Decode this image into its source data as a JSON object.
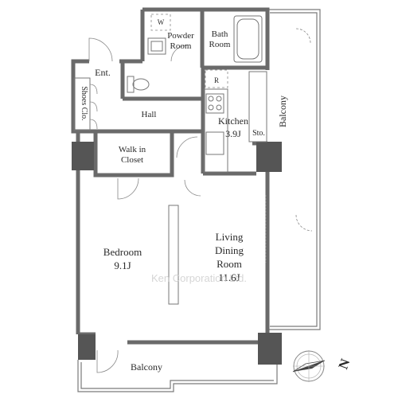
{
  "rooms": {
    "powder": {
      "line1": "Powder",
      "line2": "Room",
      "mark": "W"
    },
    "bath": {
      "line1": "Bath",
      "line2": "Room"
    },
    "entrance": "Ent.",
    "shoes": "Shoes Clo.",
    "hall": "Hall",
    "kitchen": {
      "name": "Kitchen",
      "size": "3.9J",
      "mark": "R"
    },
    "storage": "Sto.",
    "walkin": {
      "line1": "Walk in",
      "line2": "Closet"
    },
    "bedroom": {
      "name": "Bedroom",
      "size": "9.1J"
    },
    "living": {
      "line1": "Living",
      "line2": "Dining",
      "line3": "Room",
      "size": "11.6J"
    },
    "balcony_east": "Balcony",
    "balcony_south": "Balcony"
  },
  "watermark": "Ken Corporation Ltd.",
  "compass": {
    "label": "N"
  }
}
